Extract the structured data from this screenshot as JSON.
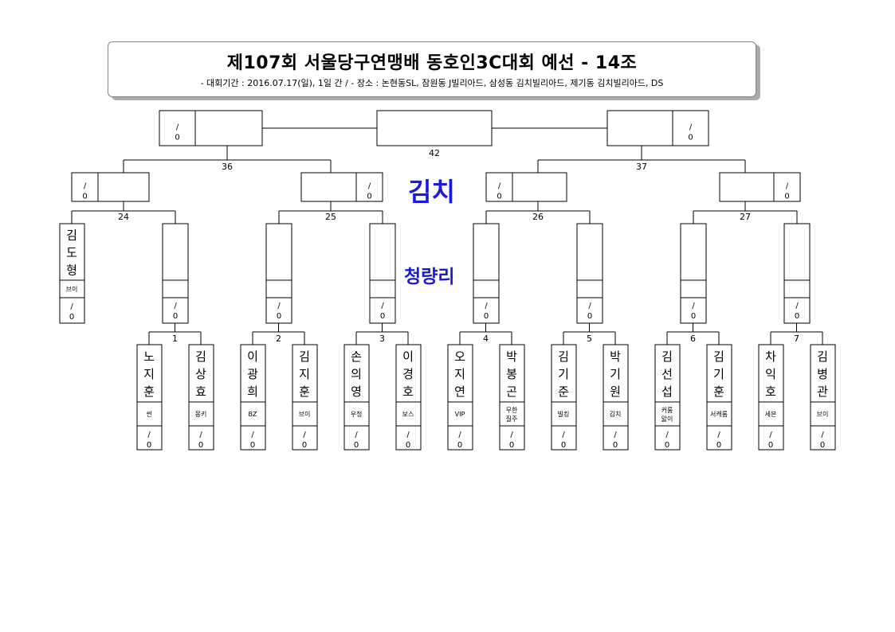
{
  "header": {
    "title": "제107회 서울당구연맹배 동호인3C대회 예선 - 14조",
    "subtitle": "- 대회기간 : 2016.07.17(일), 1일 간 / - 장소 : 논현동SL, 잠원동 J빌리아드, 삼성동 김치빌리아드, 제기동 김치빌리아드, DS"
  },
  "venues": {
    "primary": "김치",
    "secondary": "청량리"
  },
  "score_placeholder": {
    "top": "/",
    "bottom": "0"
  },
  "bracket": {
    "match_numbers": {
      "final": "42",
      "semis": [
        "36",
        "37"
      ],
      "quarters": [
        "24",
        "25",
        "26",
        "27"
      ],
      "round1": [
        "1",
        "2",
        "3",
        "4",
        "5",
        "6",
        "7"
      ]
    },
    "bye_player": {
      "name": "김도형",
      "club": "브이"
    },
    "players": [
      {
        "name": "노지훈",
        "club": "썬"
      },
      {
        "name": "김상효",
        "club": "몽키"
      },
      {
        "name": "이광희",
        "club": "BZ"
      },
      {
        "name": "김지훈",
        "club": "브이"
      },
      {
        "name": "손의영",
        "club": "우정"
      },
      {
        "name": "이경호",
        "club": "보스"
      },
      {
        "name": "오지연",
        "club": "VIP"
      },
      {
        "name": "박봉곤",
        "club": "무한질주"
      },
      {
        "name": "김기준",
        "club": "빌킹"
      },
      {
        "name": "박기원",
        "club": "김치"
      },
      {
        "name": "김선섭",
        "club": "커룸앓이"
      },
      {
        "name": "김기훈",
        "club": "서캐롬"
      },
      {
        "name": "차익호",
        "club": "세븐"
      },
      {
        "name": "김병관",
        "club": "브이"
      }
    ]
  }
}
